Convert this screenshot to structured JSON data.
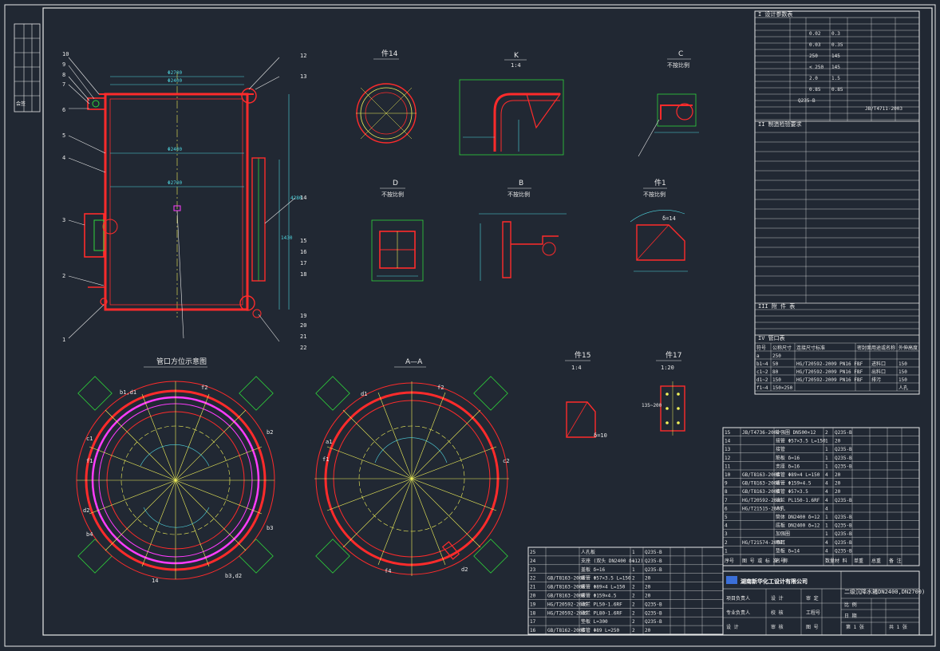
{
  "drawing": {
    "views": {
      "top_row": [
        {
          "title": "件14",
          "scale": ""
        },
        {
          "title": "K",
          "scale": "1:4"
        },
        {
          "title": "C",
          "scale": "不按比例"
        }
      ],
      "mid_row": [
        {
          "title": "D",
          "scale": "不按比例"
        },
        {
          "title": "B",
          "scale": "不按比例"
        },
        {
          "title": "件1",
          "scale": "不按比例"
        }
      ],
      "details_small": [
        {
          "title": "件15",
          "scale": "1:4"
        },
        {
          "title": "件17",
          "scale": "1:20"
        }
      ],
      "plan_left": {
        "title": "管口方位示意图"
      },
      "plan_right": {
        "title": "A—A"
      }
    },
    "balloons_left": [
      "10",
      "9",
      "8",
      "7",
      "6",
      "5",
      "4",
      "3",
      "2",
      "1"
    ],
    "balloons_right": [
      "12",
      "13",
      "14",
      "15",
      "16",
      "17",
      "18",
      "19",
      "20",
      "21",
      "22"
    ],
    "nozzle_labels_left": [
      "b1,d1",
      "c1",
      "f1",
      "d2",
      "b4",
      "b3,d2",
      "f2",
      "b2",
      "b3",
      "14"
    ],
    "nozzle_labels_right": [
      "d1",
      "a1",
      "f1",
      "f2",
      "c2",
      "d2",
      "f4"
    ],
    "dims": {
      "main_width": "Φ2700",
      "inner_width": "Φ2400",
      "height_mark": "4280",
      "leg_mark": "1430"
    },
    "detail_notes": {
      "d_note": "δ=14",
      "p15_note": "δ=10",
      "p17_note": "135~200"
    }
  },
  "spec": {
    "section1_title": "I 设计参数表",
    "section2_title": "II 制造检验要求",
    "section3_title": "III 附 件 表",
    "section4_title": "IV 管口表",
    "notes_ref": "JB/T4711-2003",
    "material": "Q235-B",
    "values": [
      "0.02",
      "0.3",
      "0.03",
      "0.35",
      "250",
      "145",
      "< 250",
      "145",
      "2.0",
      "1.5",
      "0.85",
      "0.85"
    ]
  },
  "nozzle_table": {
    "headers": [
      "符号",
      "公称尺寸",
      "连接尺寸标准",
      "密封面",
      "用途或名称",
      "外伸高度"
    ],
    "rows": [
      [
        "a",
        "250",
        "",
        "",
        "",
        ""
      ],
      [
        "b1~4",
        "50",
        "HG/T20592-2009 PN16 FL",
        "RF",
        "进料口",
        "150"
      ],
      [
        "c1~2",
        "80",
        "HG/T20592-2009 PN16 FL",
        "RF",
        "出料口",
        "150"
      ],
      [
        "d1~2",
        "150",
        "HG/T20592-2009 PN16 FL",
        "RF",
        "排污",
        "150"
      ],
      [
        "f1~4",
        "150×250",
        "",
        "",
        "",
        "人孔"
      ]
    ]
  },
  "bom_upper": {
    "rows": [
      [
        "15",
        "JB/T4736-2002",
        "补强圈 DN500×12",
        "2",
        "Q235-B",
        "",
        "",
        "",
        ""
      ],
      [
        "14",
        "",
        "接管 Φ57×3.5 L=150",
        "1",
        "20",
        "",
        "",
        "",
        ""
      ],
      [
        "13",
        "",
        "接管",
        "1",
        "Q235-B",
        "",
        "",
        "",
        ""
      ],
      [
        "12",
        "",
        "筋板 δ=16",
        "1",
        "Q235-B",
        "",
        "",
        "",
        ""
      ],
      [
        "11",
        "",
        "支座 δ=16",
        "1",
        "Q235-B",
        "",
        "",
        "",
        ""
      ],
      [
        "10",
        "GB/T8163-2008",
        "接管 Φ89×4 L=150",
        "4",
        "20",
        "",
        "",
        "",
        ""
      ],
      [
        "9",
        "GB/T8163-2008",
        "接管 Φ159×4.5",
        "4",
        "20",
        "",
        "",
        "",
        ""
      ],
      [
        "8",
        "GB/T8163-2008",
        "接管 Φ57×3.5",
        "4",
        "20",
        "",
        "",
        "",
        ""
      ],
      [
        "7",
        "HG/T20592-2009",
        "法兰 PL150-1.6RF",
        "4",
        "Q235-B",
        "",
        "",
        "",
        ""
      ],
      [
        "6",
        "HG/T21515-2005",
        "人孔",
        "4",
        "",
        "",
        "",
        "",
        ""
      ],
      [
        "5",
        "",
        "筒体 DN2400 δ=12",
        "1",
        "Q235-B",
        "",
        "",
        "",
        ""
      ],
      [
        "4",
        "",
        "底板 DN2400 δ=12",
        "1",
        "Q235-B",
        "",
        "",
        "",
        ""
      ],
      [
        "3",
        "",
        "加强圈",
        "1",
        "Q235-B",
        "",
        "",
        "",
        ""
      ],
      [
        "2",
        "HG/T21574-2008",
        "吊耳",
        "4",
        "Q235-B",
        "",
        "",
        "",
        ""
      ],
      [
        "1",
        "",
        "垫板 δ=14",
        "4",
        "Q235-B",
        "",
        "",
        "",
        ""
      ]
    ],
    "footer_headers": [
      "序号",
      "图 号 或 标 准 号",
      "名 称",
      "数量",
      "材 料",
      "单重",
      "总重",
      "备 注"
    ]
  },
  "bom_lower": {
    "rows": [
      [
        "25",
        "",
        "人孔板",
        "1",
        "Q235-B",
        "",
        "",
        ""
      ],
      [
        "24",
        "",
        "支座 (双头 DN2400 δ=12)",
        "1",
        "Q235-B",
        "",
        "",
        ""
      ],
      [
        "23",
        "",
        "盖板 δ=16",
        "1",
        "Q235-B",
        "",
        "",
        ""
      ],
      [
        "22",
        "GB/T8163-2008",
        "接管 Φ57×3.5 L=150",
        "2",
        "20",
        "",
        "",
        ""
      ],
      [
        "21",
        "GB/T8163-2008",
        "接管 Φ89×4 L=150",
        "2",
        "20",
        "",
        "",
        ""
      ],
      [
        "20",
        "GB/T8163-2008",
        "接管 Φ159×4.5",
        "2",
        "20",
        "",
        "",
        ""
      ],
      [
        "19",
        "HG/T20592-2009",
        "法兰 PL50-1.6RF",
        "2",
        "Q235-B",
        "",
        "",
        ""
      ],
      [
        "18",
        "HG/T20592-2009",
        "法兰 PL80-1.6RF",
        "2",
        "Q235-B",
        "",
        "",
        ""
      ],
      [
        "17",
        "",
        "垫板 L=300",
        "2",
        "Q235-B",
        "",
        "",
        ""
      ],
      [
        "16",
        "GB/T8162-2008",
        "接管 Φ89 L=250",
        "2",
        "20",
        "",
        "",
        ""
      ]
    ]
  },
  "title_block": {
    "company": "湖南新华化工设计有限公司",
    "drawing_name": "二级沉降水箱",
    "drawing_spec": "(DN2400,DN2700)",
    "labels": [
      "设 计",
      "校 核",
      "审 核",
      "审 定",
      "工程号",
      "图 号",
      "比 例",
      "日 期",
      "第 1 张",
      "共 1 张"
    ],
    "rows_left": [
      "项目负责人",
      "专业负责人",
      "设 计"
    ],
    "sheet_no": "第 1 张",
    "sheet_total": "共 1 张"
  },
  "left_strip": {
    "labels": [
      "会签",
      "",
      "",
      "",
      "",
      ""
    ]
  },
  "colors": {
    "background": "#212833",
    "frame": "#e8e8e8",
    "red": "#ff2b2b",
    "yellow": "#f2f25a",
    "green": "#2fd43b",
    "magenta": "#ff3cff",
    "cyan": "#4fd6e0",
    "white": "#ffffff"
  }
}
